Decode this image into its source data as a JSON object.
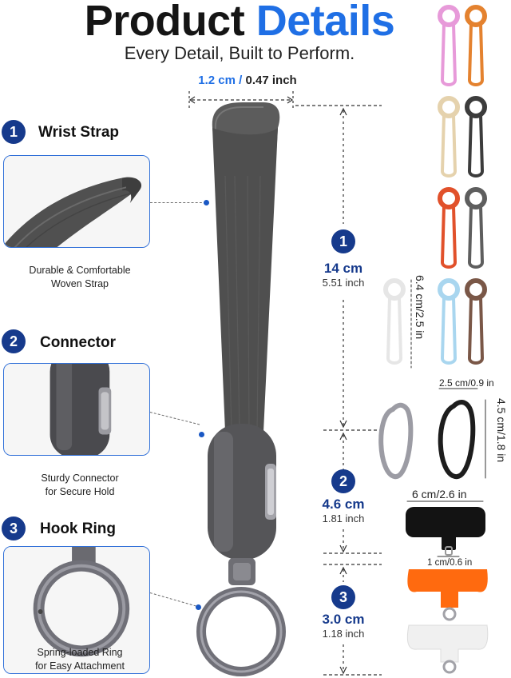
{
  "header": {
    "title_word1": "Product",
    "title_word2": "Details",
    "subtitle": "Every Detail, Built to Perform."
  },
  "colors": {
    "accent_blue": "#1f6fe5",
    "badge_navy": "#163a8c",
    "strap_gray": "#5c5c5c",
    "tether_colors": [
      "#e79ad9",
      "#e4822f",
      "#e5d2ad",
      "#3c3c3c",
      "#e1512b",
      "#5e5e5e",
      "#f2f2f2",
      "#a9d6ef",
      "#7a5747"
    ]
  },
  "sections": [
    {
      "number": "1",
      "title": "Wrist Strap",
      "caption_line1": "Durable & Comfortable",
      "caption_line2": "Woven Strap"
    },
    {
      "number": "2",
      "title": "Connector",
      "caption_line1": "Sturdy Connector",
      "caption_line2": "for Secure Hold"
    },
    {
      "number": "3",
      "title": "Hook Ring",
      "caption_line1": "Spring-loaded Ring",
      "caption_line2": "for Easy Attachment"
    }
  ],
  "dimensions": {
    "width_metric": "1.2 cm /",
    "width_imperial": " 0.47 inch",
    "strap": {
      "number": "1",
      "metric": "14 cm",
      "imperial": "5.51 inch"
    },
    "connector": {
      "number": "2",
      "metric": "4.6 cm",
      "imperial": "1.81 inch"
    },
    "ring": {
      "number": "3",
      "metric": "3.0 cm",
      "imperial": "1.18 inch"
    }
  },
  "accessories": {
    "tether_length": "6.4 cm/2.5 in",
    "carabiner_width": "2.5 cm/0.9 in",
    "carabiner_height": "4.5 cm/1.8 in",
    "patch_width": "6 cm/2.6 in",
    "patch_tab": "1 cm/0.6 in"
  }
}
